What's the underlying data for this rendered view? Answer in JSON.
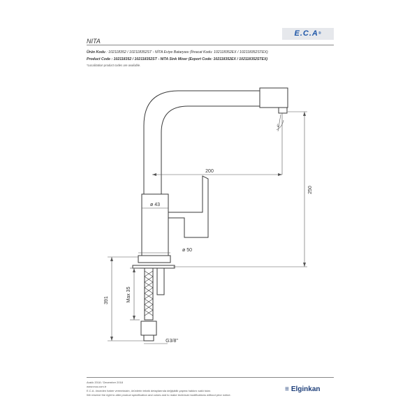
{
  "brand": {
    "logo_text": "E.C.A",
    "logo_reg": "®",
    "footer_brand": "Elginkan",
    "footer_mark": "≡"
  },
  "product": {
    "title": "NITA",
    "tr_label": "Ürün Kodu",
    "tr_text": ": 102118352 / 102118352ST - NİTA Eviye Bataryası (İhracat Kodu: 102118352EX / 102118352STEX)",
    "en_label": "Product Code",
    "en_text": ": 102118352 / 102118352ST - NITA Sink Mixer (Export Code: 102118352EX / 102118352STEX)",
    "note": "*Localization product codes are available."
  },
  "dimensions": {
    "spout_reach": "200",
    "height": "250",
    "body_diameter": "ø 43",
    "base_diameter": "ø 50",
    "max_thickness": "Max 35",
    "hose_length": "391",
    "connection": "G3/8\"",
    "spout_angle": "4°"
  },
  "footer": {
    "date": "Aralık 2018 / December 2018",
    "website": "www.eca.com.tr",
    "tr_disclaimer": "E.C.A. önceden haber vermeksizin, ürünlerin teknik detaylarında değişiklik yapma hakkını saklı tutar.",
    "en_disclaimer": "We reserve the right to alter product specification and colors and to make technical modifications without prior notice."
  },
  "colors": {
    "line": "#3a3a3a",
    "dim_line": "#555555",
    "logo_blue": "#1f57a8",
    "logo_bg": "#e6e8ec",
    "brand_blue": "#1e3f7a"
  }
}
